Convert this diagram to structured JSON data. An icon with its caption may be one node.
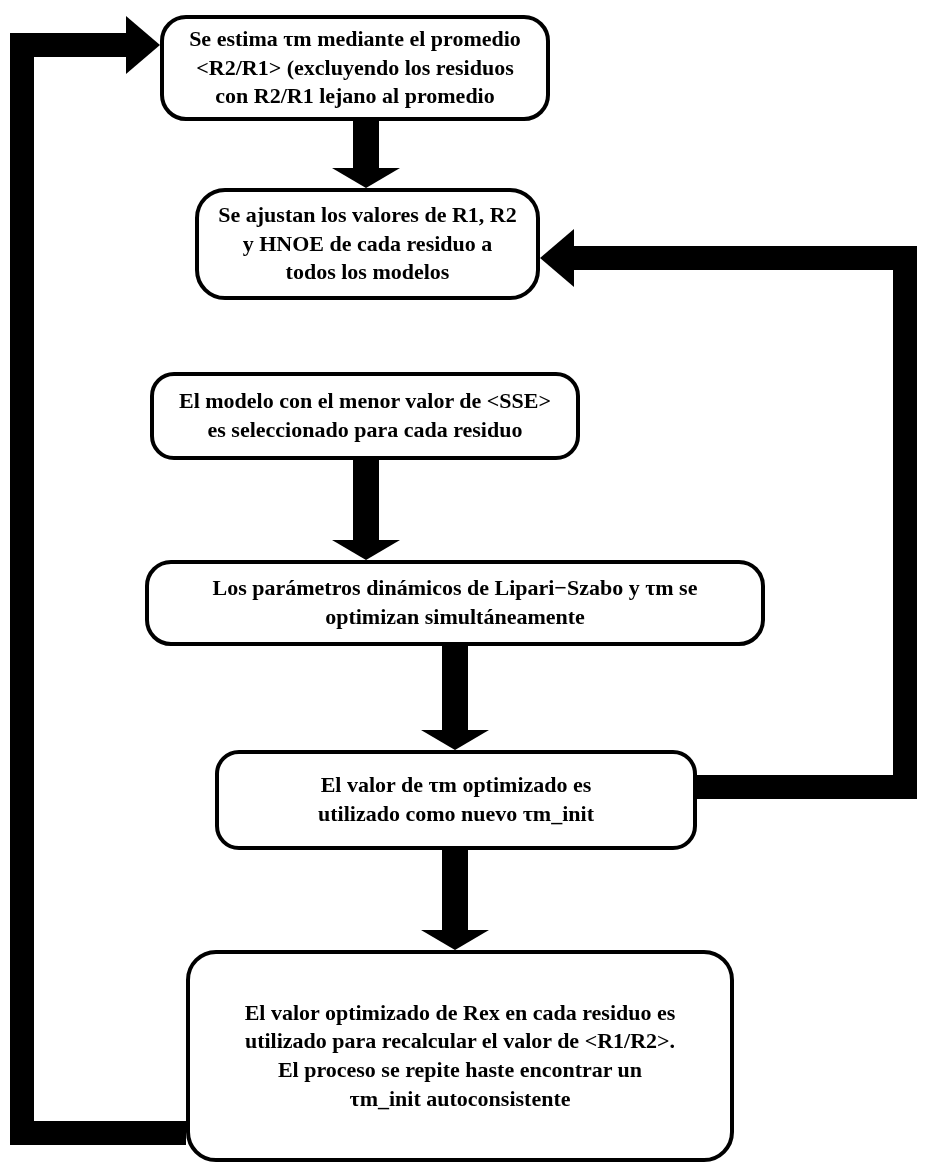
{
  "diagram": {
    "nodes": [
      {
        "text": [
          "Se estima τm mediante el promedio <R2/R1> (excluyendo los residuos con R2/R1 lejano al promedio"
        ]
      },
      {
        "text": [
          "Se ajustan los valores de R1, R2 y HNOE de cada residuo a todos los modelos"
        ]
      },
      {
        "text": [
          "El modelo con el menor valor de <SSE> es seleccionado para cada residuo"
        ]
      },
      {
        "text": [
          "Los parámetros dinámicos de Lipari−Szabo y τm se optimizan simultáneamente"
        ]
      },
      {
        "text": [
          "El valor de τm optimizado es utilizado como nuevo τm_init"
        ]
      },
      {
        "text": [
          "El valor optimizado de Rex en cada residuo es utilizado para recalcular el valor de <R1/R2>. El proceso se repite haste encontrar un τm_init autoconsistente"
        ]
      }
    ],
    "edges": [
      {
        "from": 0,
        "to": 1,
        "arrow": "to"
      },
      {
        "from": 2,
        "to": 3,
        "arrow": "to"
      },
      {
        "from": 3,
        "to": 4,
        "arrow": "to"
      },
      {
        "from": 4,
        "to": 5,
        "arrow": "to"
      },
      {
        "from": 4,
        "to": 1,
        "arrow": "to"
      },
      {
        "from": 5,
        "to": 0,
        "arrow": "to"
      }
    ]
  }
}
